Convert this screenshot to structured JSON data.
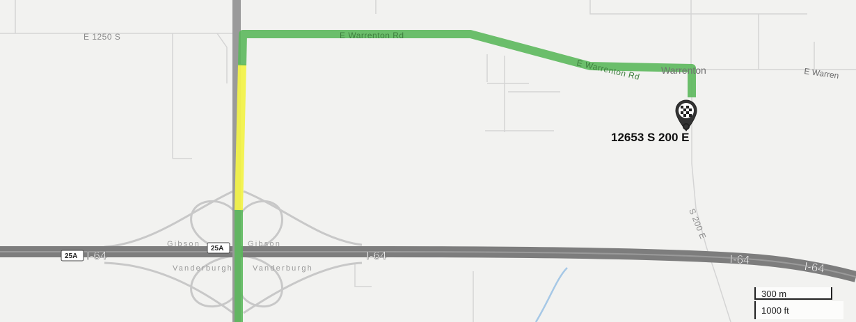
{
  "map": {
    "roads": {
      "e_1250_s": "E 1250 S",
      "e_warrenton_rd_1": "E Warrenton Rd",
      "e_warrenton_rd_2": "E Warrenton Rd",
      "e_warren_partial": "E Warren",
      "s_200_e": "S 200 E",
      "i64_a": "I-64",
      "i64_b": "I-64",
      "i64_c": "I-64",
      "i64_d": "I-64"
    },
    "places": {
      "warrenton": "Warrenton",
      "gibson_left": "Gibson",
      "gibson_right": "Gibson",
      "vanderburgh_left": "Vanderburgh",
      "vanderburgh_right": "Vanderburgh"
    },
    "exit_shields": {
      "left": "25A",
      "center": "25A"
    },
    "destination": {
      "address": "12653 S 200 E",
      "icon": "checkered-flag-icon"
    },
    "route_colors": {
      "free_flow": "#5cb85c",
      "slow": "#f2f24a"
    },
    "scale": {
      "metric": "300 m",
      "imperial": "1000 ft"
    }
  }
}
